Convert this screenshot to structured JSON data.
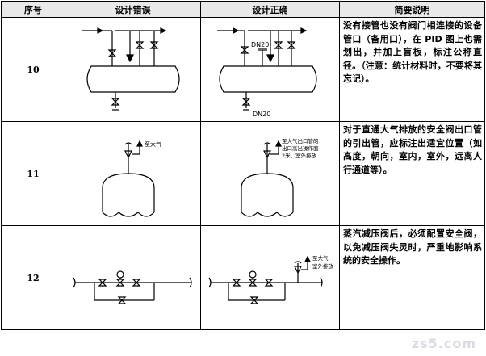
{
  "header": {
    "col_no": "序号",
    "col_wrong": "设计错误",
    "col_right": "设计正确",
    "col_desc": "简要说明"
  },
  "rows": [
    {
      "no": "10",
      "desc": "没有接管也没有阀门相连接的设备管口（备用口），在 PID 图上也需划出，并加上盲板，标注公称直径。（注意：统计材料时，不要将其忘记）。",
      "label_dn_top": "DN20",
      "label_dn_bottom": "DN20"
    },
    {
      "no": "11",
      "desc": "对于直通大气排放的安全阀出口管的引出管，应标注出适宜位置（如高度，朝向，室内，室外，远离人行通道等）。",
      "label_wrong": "至大气",
      "label_right_1": "至大气出口管的",
      "label_right_2": "出口高出操作面",
      "label_right_3": "2米，室外排放"
    },
    {
      "no": "12",
      "desc": "蒸汽减压阀后，必须配置安全阀，以免减压阀失灵时，严重地影响系统的安全操作。",
      "label_right_1": "至大气",
      "label_right_2": "室外排放"
    }
  ],
  "watermark": "zs5.com"
}
